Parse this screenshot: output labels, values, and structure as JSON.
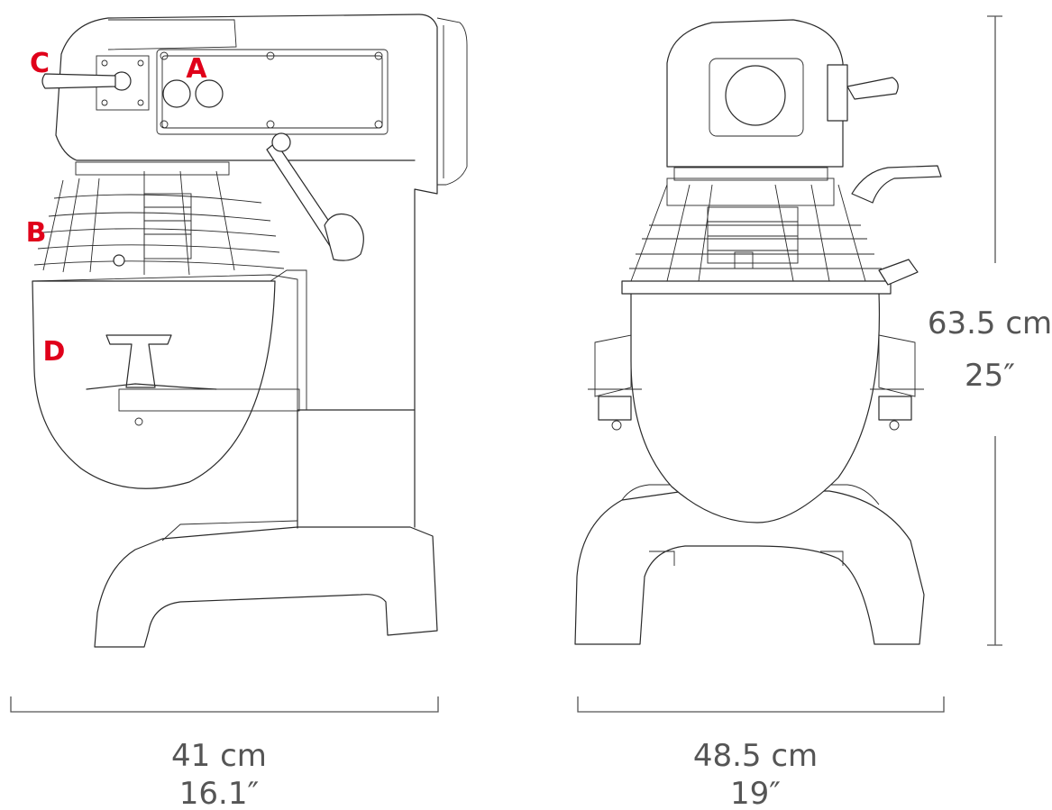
{
  "callouts": {
    "a": "A",
    "b": "B",
    "c": "C",
    "d": "D"
  },
  "dimensions": {
    "side_width_metric": "41 cm",
    "side_width_imperial": "16.1″",
    "front_width_metric": "48.5 cm",
    "front_width_imperial": "19″",
    "height_metric": "63.5 cm",
    "height_imperial": "25″"
  },
  "colors": {
    "callout": "#e0001a",
    "dimension": "#555555",
    "outline": "#2a2a2a"
  }
}
